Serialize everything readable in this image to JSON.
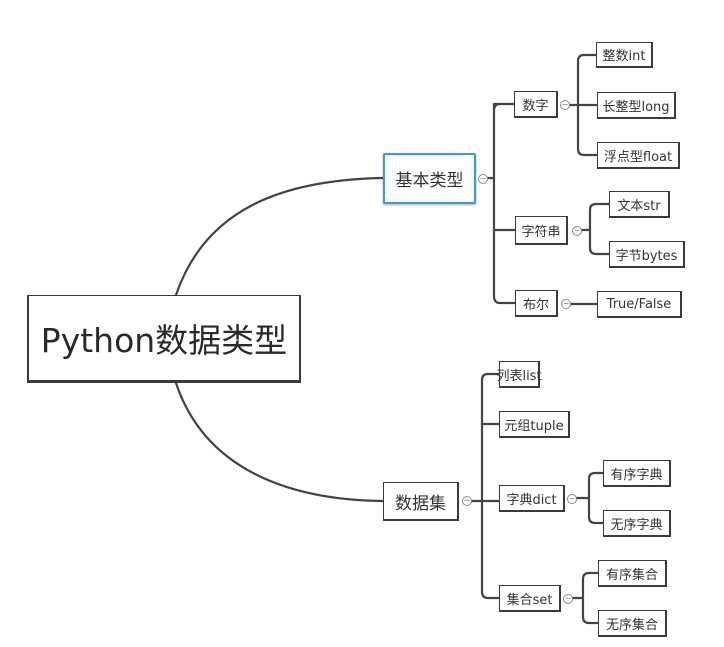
{
  "root": {
    "label": "Python数据类型"
  },
  "branches": [
    {
      "label": "基本类型",
      "selected": true,
      "children": [
        {
          "label": "数字",
          "children": [
            "整数int",
            "长整型long",
            "浮点型float"
          ]
        },
        {
          "label": "字符串",
          "children": [
            "文本str",
            "字节bytes"
          ]
        },
        {
          "label": "布尔",
          "children": [
            "True/False"
          ]
        }
      ]
    },
    {
      "label": "数据集",
      "selected": false,
      "children": [
        {
          "label": "列表list",
          "children": []
        },
        {
          "label": "元组tuple",
          "children": []
        },
        {
          "label": "字典dict",
          "children": [
            "有序字典",
            "无序字典"
          ]
        },
        {
          "label": "集合set",
          "children": [
            "有序集合",
            "无序集合"
          ]
        }
      ]
    }
  ],
  "colors": {
    "line": "#444444",
    "selected_border": "#3a9bd5"
  },
  "icons": {
    "collapse": "collapse-minus-icon"
  }
}
